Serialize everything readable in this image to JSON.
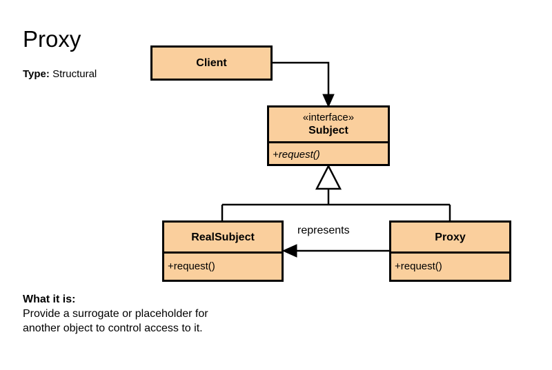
{
  "header": {
    "pattern_name": "Proxy",
    "type_label": "Type:",
    "type_value": "Structural"
  },
  "footer": {
    "heading": "What it is:",
    "line1": "Provide a surrogate or placeholder for",
    "line2": "another object to control access to it."
  },
  "diagram": {
    "fill_color": "#facf9d",
    "stroke_color": "#000000",
    "classes": {
      "client": {
        "name": "Client",
        "stereotype": "",
        "members": []
      },
      "subject": {
        "name": "Subject",
        "stereotype": "«interface»",
        "members": [
          "+request()"
        ]
      },
      "realsubject": {
        "name": "RealSubject",
        "stereotype": "",
        "members": [
          "+request()"
        ]
      },
      "proxy": {
        "name": "Proxy",
        "stereotype": "",
        "members": [
          "+request()"
        ]
      }
    },
    "relationships": {
      "client_to_subject": {
        "label": "",
        "kind": "association-directed"
      },
      "realsubject_generalization": {
        "label": "",
        "kind": "generalization"
      },
      "proxy_generalization": {
        "label": "",
        "kind": "generalization"
      },
      "proxy_to_realsubject": {
        "label": "represents",
        "kind": "association-directed"
      }
    }
  }
}
